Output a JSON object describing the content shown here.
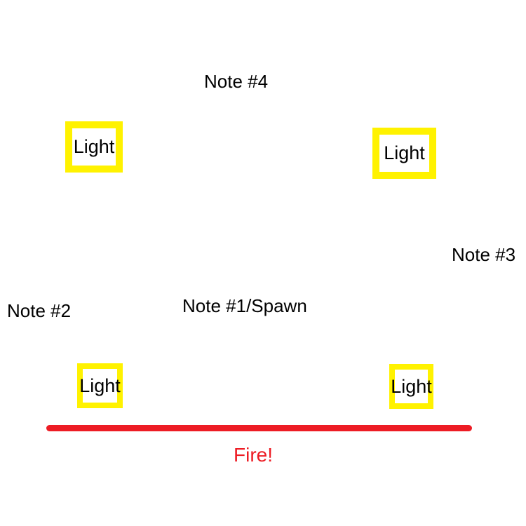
{
  "colors": {
    "canvas": "#ffffff",
    "yellow": "#fff200",
    "red": "#ed1c24",
    "ink": "#000000"
  },
  "notes": {
    "note4": "Note #4",
    "note3": "Note #3",
    "note2": "Note #2",
    "note1_spawn": "Note #1/Spawn"
  },
  "lights": [
    {
      "label": "Light"
    },
    {
      "label": "Light"
    },
    {
      "label": "Light"
    },
    {
      "label": "Light"
    }
  ],
  "fire": {
    "label": "Fire!"
  }
}
